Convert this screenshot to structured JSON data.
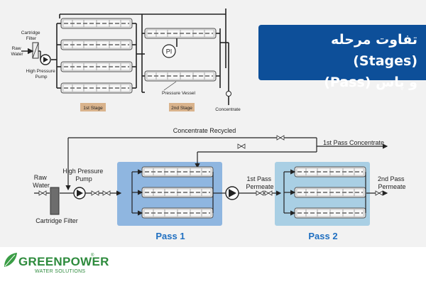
{
  "title": {
    "line1": "تفاوت مرحله (Stages)",
    "line2": "و پاس (Pass)"
  },
  "top_diagram": {
    "cartridge_filter": "Cartridge\nFilter",
    "raw_water": "Raw\nWater",
    "high_pressure_pump": "High Pressure\nPump",
    "pressure_indicator": "PI",
    "pressure_vessel": "Pressure Vessel",
    "concentrate": "Concentrate",
    "stage1": "1st Stage",
    "stage2": "2nd Stage"
  },
  "bottom_diagram": {
    "concentrate_recycled": "Concentrate Recycled",
    "first_pass_concentrate": "1st Pass Concentrate",
    "raw_water": "Raw\nWater",
    "high_pressure_pump": "High Pressure\nPump",
    "cartridge_filter": "Cartridge Filter",
    "first_pass_permeate": "1st Pass\nPermeate",
    "second_pass_permeate": "2nd Pass\nPermeate",
    "pass1": "Pass 1",
    "pass2": "Pass 2"
  },
  "logo": {
    "name": "GREENPOWER",
    "registered": "®",
    "subtitle": "WATER SOLUTIONS"
  },
  "colors": {
    "title_bg": "#0d4f99",
    "pass1_box": "#8fb6e0",
    "pass2_box": "#a9cfe4",
    "pass_label": "#1f6fc1",
    "stage_tag": "#d9b38c",
    "logo_green": "#2e8b3d"
  }
}
